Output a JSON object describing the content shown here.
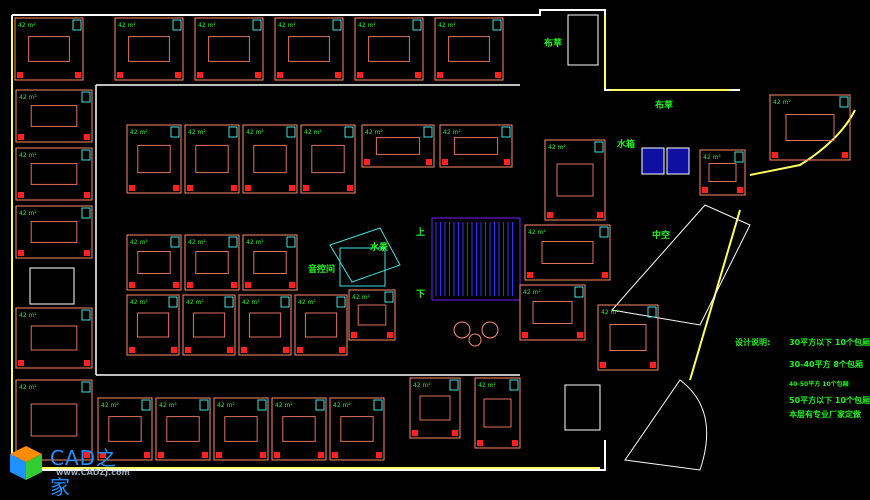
{
  "labels": {
    "linen_top": "布草",
    "linen_right": "布草",
    "water_tank": "水箱",
    "water_feature": "水景",
    "sound_room": "音控间",
    "atrium": "中空",
    "stair_up": "上",
    "stair_down": "下"
  },
  "legend": {
    "title": "设计说明:",
    "lines": [
      "30平方以下 10个包厢",
      "30-40平方 8个包厢",
      "40-50平方 10个包厢",
      "50平方以下 10个包厢",
      "本层有专业厂家定做"
    ]
  },
  "room_area_label": "42 m²",
  "rooms_count": 38,
  "watermark": {
    "brand": "CAD之家",
    "url": "www.CADZJ.com"
  },
  "colors": {
    "wall": "#ffffff",
    "room": "#ff8a6a",
    "accent_red": "#ff2020",
    "cyan": "#40e0e0",
    "green_text": "#22ee22",
    "stair": "#3030ff",
    "yellow": "#ffff60"
  }
}
